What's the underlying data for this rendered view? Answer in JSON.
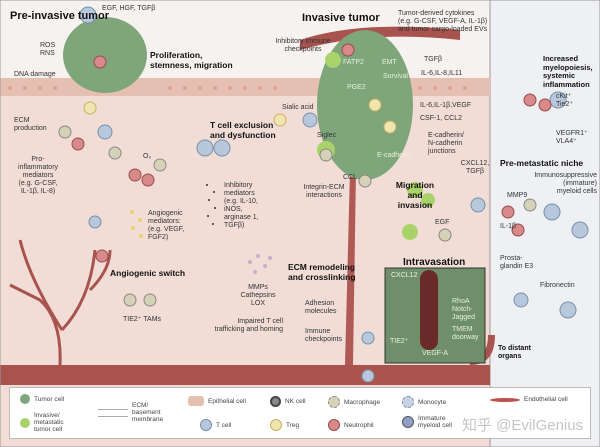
{
  "pre_invasive": {
    "title": "Pre-invasive tumor",
    "growth_factors": "EGF, HGF, TGFβ",
    "ros": "ROS",
    "rns": "RNS",
    "dna_damage": "DNA damage",
    "proliferation": "Proliferation, stemness, migration",
    "ecm_production": "ECM production",
    "pro_inflammatory": [
      "Pro-",
      "inflammatory",
      "mediators",
      "(e.g. G-CSF,",
      "IL-1β, IL-8)"
    ],
    "o2": "O₂",
    "angiogenic_mediators": [
      "Angiogenic",
      "mediators:",
      "(e.g. VEGF,",
      "FGF2)"
    ],
    "angiogenic_switch": "Angiogenic switch",
    "tams": "TIE2⁺ TAMs"
  },
  "stroma": {
    "t_cell_exclusion": [
      "T cell exclusion",
      "and dysfunction"
    ],
    "inhibitory_mediators": [
      "Inhibitory",
      "mediators",
      "(e.g. IL-10,",
      "iNOS,",
      "arginase 1,",
      "TGFβ)"
    ],
    "mmps": [
      "MMPs",
      "Cathepsins",
      "LOX"
    ],
    "ecm_remodeling": [
      "ECM remodeling",
      "and crosslinking"
    ],
    "impaired_t_cell": [
      "Impaired T cell",
      "trafficking and homing"
    ],
    "adhesion": [
      "Adhesion",
      "molecules"
    ],
    "immune_checkpoints": [
      "Immune",
      "checkpoints"
    ]
  },
  "invasive": {
    "title": "Invasive tumor",
    "cytokines": [
      "Tumor-derived cytokines",
      "(e.g. G-CSF, VEGF-A, IL-1β)",
      "and tumor cargo-loaded EVs"
    ],
    "inhibitory_checkpoints": [
      "Inhibitory immune",
      "checkpoints"
    ],
    "fatp2": "FATP2",
    "emt": "EMT",
    "survival": "Survival",
    "pge2": "PGE2",
    "e_cadherin": "E-cadherin",
    "tgfb": "TGFβ",
    "il6_il8_il11": "IL-6,IL-8,IL11",
    "il6_il1b_vegf": "IL-6,IL-1β,VEGF",
    "csf1_ccl2": "CSF-1, CCL2",
    "sialic_acid": "Sialic acid",
    "siglec": "Siglec",
    "ccl": "CCL",
    "integrin": [
      "Integrin-ECM",
      "interactions"
    ],
    "junctions": [
      "E-cadherin/",
      "N-cadherin",
      "junctions"
    ],
    "cxcl12_tgfb": [
      "CXCL12,",
      "TGFβ"
    ],
    "migration": [
      "Migration",
      "and",
      "invasion"
    ],
    "egf": "EGF"
  },
  "intravasation": {
    "title": "Intravasation",
    "cxcl12": "CXCL12",
    "rhoa": [
      "RhoA",
      "Notch-",
      "Jagged"
    ],
    "tmem": [
      "TMEM",
      "doorway"
    ],
    "tie2": "TIE2⁺",
    "vegfa": "VEGF-A",
    "to_distant": [
      "To distant",
      "organs"
    ]
  },
  "pre_metastatic": {
    "myelopoiesis": [
      "Increased",
      "myelopoiesis,",
      "systemic",
      "inflammation"
    ],
    "ckit": [
      "cKit⁺",
      "Tie2⁺"
    ],
    "vegfr1": [
      "VEGFR1⁺",
      "VLA4⁺"
    ],
    "title": "Pre-metastatic niche",
    "immunosuppressive": [
      "Immunosuppressive",
      "(immature)",
      "myeloid cells"
    ],
    "mmp9": "MMP9",
    "il1b": "IL-1β",
    "prostaglandin": [
      "Prosta-",
      "glandin E3"
    ],
    "fibronectin": "Fibronectin"
  },
  "legend": {
    "tumor_cell": "Tumor cell",
    "invasive_cell": [
      "Invasive/",
      "metastatic",
      "tumor cell"
    ],
    "ecm": [
      "ECM/",
      "basement",
      "membrane"
    ],
    "epithelial": "Epithelial cell",
    "t_cell": "T cell",
    "nk": "NK cell",
    "treg": "Treg",
    "macrophage": "Macrophage",
    "neutrophil": "Neutrophil",
    "monocyte": "Monocyte",
    "immature_myeloid": [
      "Immature",
      "myeloid cell"
    ],
    "endothelial": "Endothelial cell"
  },
  "watermark": "知乎 @EvilGenius",
  "colors": {
    "tumor": "#7fa57a",
    "invasive": "#a9d36a",
    "stroma": "#f2ddd6",
    "vessel": "#a9534f",
    "right_panel": "#eef0f3",
    "t_cell": "#b7c8dc",
    "neutrophil": "#d88a8a"
  }
}
